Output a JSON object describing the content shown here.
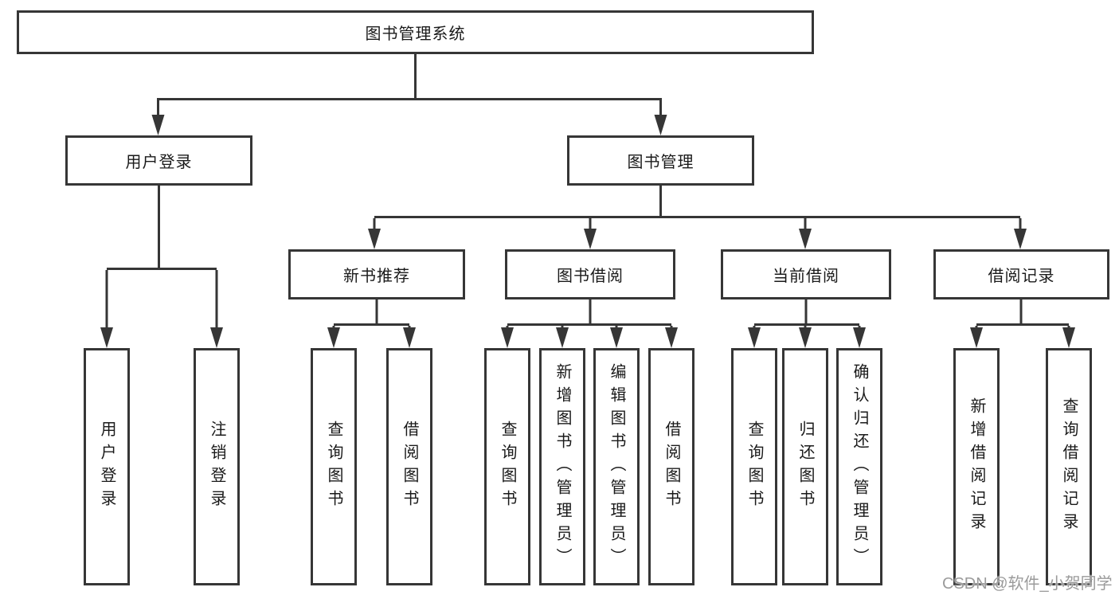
{
  "nodes": {
    "root": "图书管理系统",
    "user_login": "用户登录",
    "book_mgmt": "图书管理",
    "new_book": "新书推荐",
    "book_borrow": "图书借阅",
    "current_borrow": "当前借阅",
    "borrow_record": "借阅记录",
    "ul_login": "用户登录",
    "ul_logout": "注销登录",
    "nb_query": "查询图书",
    "nb_borrow": "借阅图书",
    "bb_query": "查询图书",
    "bb_add": "新增图书（管理员）",
    "bb_edit": "编辑图书（管理员）",
    "bb_borrow": "借阅图书",
    "cb_query": "查询图书",
    "cb_return": "归还图书",
    "cb_confirm": "确认归还（管理员）",
    "br_add": "新增借阅记录",
    "br_query": "查询借阅记录"
  },
  "watermark": "CSDN @软件_小贺同学",
  "colors": {
    "line": "#363636",
    "text": "#1a1a1a",
    "watermark": "#9b9b9b",
    "background": "#ffffff"
  }
}
